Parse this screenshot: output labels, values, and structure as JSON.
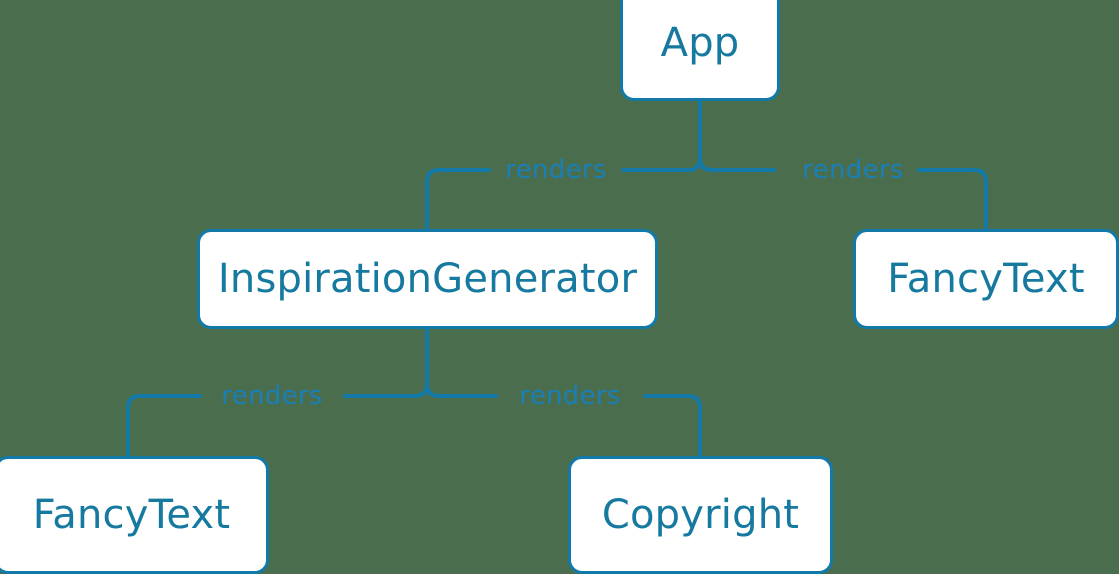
{
  "diagram": {
    "type": "component-tree",
    "background_color": "#4a6e4d",
    "node_fill_color": "#ffffff",
    "node_border_color": "#1279a8",
    "node_text_color": "#16799f",
    "edge_color": "#1279a8",
    "edge_label_color": "#1a7fb5",
    "nodes": [
      {
        "id": "app",
        "label": "App"
      },
      {
        "id": "inspgen",
        "label": "InspirationGenerator"
      },
      {
        "id": "fancy_right",
        "label": "FancyText"
      },
      {
        "id": "fancy_left",
        "label": "FancyText"
      },
      {
        "id": "copyright",
        "label": "Copyright"
      }
    ],
    "edges": [
      {
        "from": "app",
        "to": "inspgen",
        "label": "renders"
      },
      {
        "from": "app",
        "to": "fancy_right",
        "label": "renders"
      },
      {
        "from": "inspgen",
        "to": "fancy_left",
        "label": "renders"
      },
      {
        "from": "inspgen",
        "to": "copyright",
        "label": "renders"
      }
    ]
  }
}
